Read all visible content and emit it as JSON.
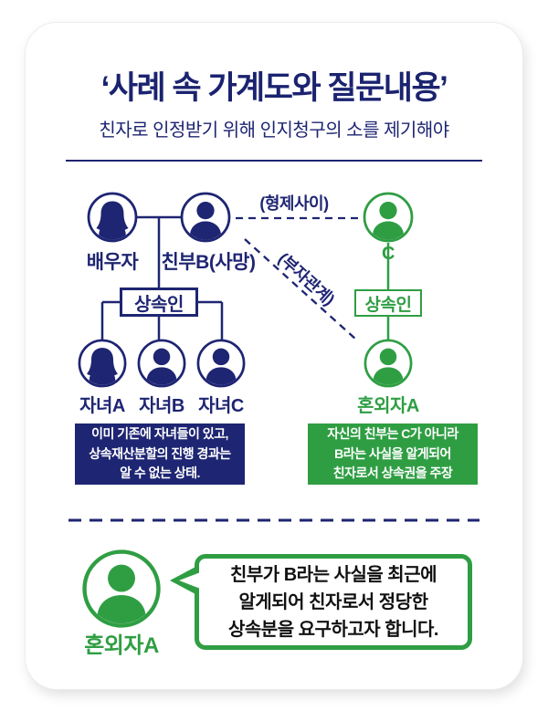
{
  "colors": {
    "navy": "#1e2572",
    "green": "#2f9e43"
  },
  "header": {
    "title": "‘사례 속 가계도와 질문내용’",
    "subtitle": "친자로 인정받기 위해 인지청구의 소를 제기해야"
  },
  "tree": {
    "spouse_label": "배우자",
    "father_label": "친부B(사망)",
    "c_label": "C",
    "left_heir_label": "상속인",
    "right_heir_label": "상속인",
    "children": [
      "자녀A",
      "자녀B",
      "자녀C"
    ],
    "extramarital_label": "혼외자A",
    "sibling_relation": "(형제사이)",
    "father_son_relation": "(부자관계)",
    "left_note": "이미 기존에 자녀들이 있고,\n상속재산분할의 진행 경과는\n알 수 없는 상태.",
    "right_note": "자신의 친부는 C가 아니라\nB라는 사실을 알게되어\n친자로서 상속권을 주장"
  },
  "bottom": {
    "speaker_label": "혼외자A",
    "speech_text": "친부가 B라는 사실을 최근에\n알게되어 친자로서 정당한\n상속분을 요구하고자 합니다."
  }
}
